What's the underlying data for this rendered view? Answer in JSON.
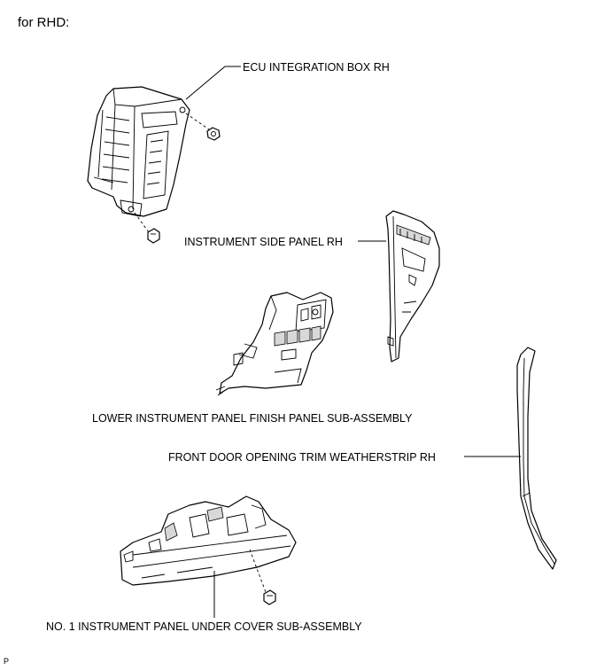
{
  "heading": "for RHD:",
  "labels": {
    "ecu_box": "ECU INTEGRATION BOX RH",
    "side_panel": "INSTRUMENT SIDE PANEL RH",
    "lower_finish": "LOWER INSTRUMENT PANEL FINISH PANEL SUB-ASSEMBLY",
    "weatherstrip": "FRONT DOOR OPENING TRIM WEATHERSTRIP RH",
    "under_cover": "NO. 1 INSTRUMENT PANEL UNDER COVER SUB-ASSEMBLY"
  },
  "figure_code": "P"
}
